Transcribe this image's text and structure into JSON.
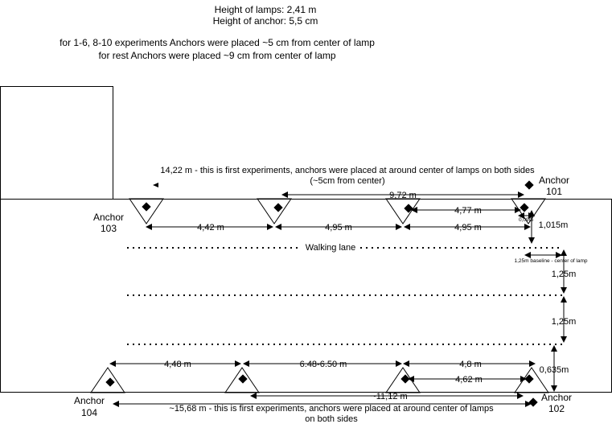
{
  "header": {
    "lamp_height": "Height of lamps: 2,41 m",
    "anchor_height": "Height of anchor: 5,5 cm",
    "note_1": "for 1-6, 8-10 experiments Anchors were placed ~5 cm from center of lamp",
    "note_2": "for rest Anchors were placed ~9 cm from center of lamp"
  },
  "anchors": {
    "a101": {
      "title": "Anchor",
      "id": "101"
    },
    "a102": {
      "title": "Anchor",
      "id": "102"
    },
    "a103": {
      "title": "Anchor",
      "id": "103"
    },
    "a104": {
      "title": "Anchor",
      "id": "104"
    }
  },
  "top_side": {
    "first_exp_1": "14,22 m - this is first experiments, anchors were placed at around center of lamps on both sides",
    "first_exp_2": "(~5cm from center)",
    "d_972": "9,72 m",
    "d_477": "4,77 m",
    "d_small": "0,09m",
    "d_442": "4,42 m",
    "d_495_a": "4,95 m",
    "d_495_b": "4,95 m"
  },
  "middle": {
    "walking_lane": "Walking lane",
    "d_1015": "1,015m",
    "baseline_note": "1,25m baseline - center of lamp",
    "d_125_a": "1,25m",
    "d_125_b": "1,25m",
    "d_0635": "0,635m"
  },
  "bottom_side": {
    "d_448": "4,48 m",
    "d_648": "6.48-6.50 m",
    "d_48": "4,8 m",
    "d_462": "4,62 m",
    "d_1112": "~11,12 m",
    "first_exp_1": "~15,68 m - this is first experiments, anchors were placed at around center of lamps",
    "first_exp_2": "on both sides"
  }
}
